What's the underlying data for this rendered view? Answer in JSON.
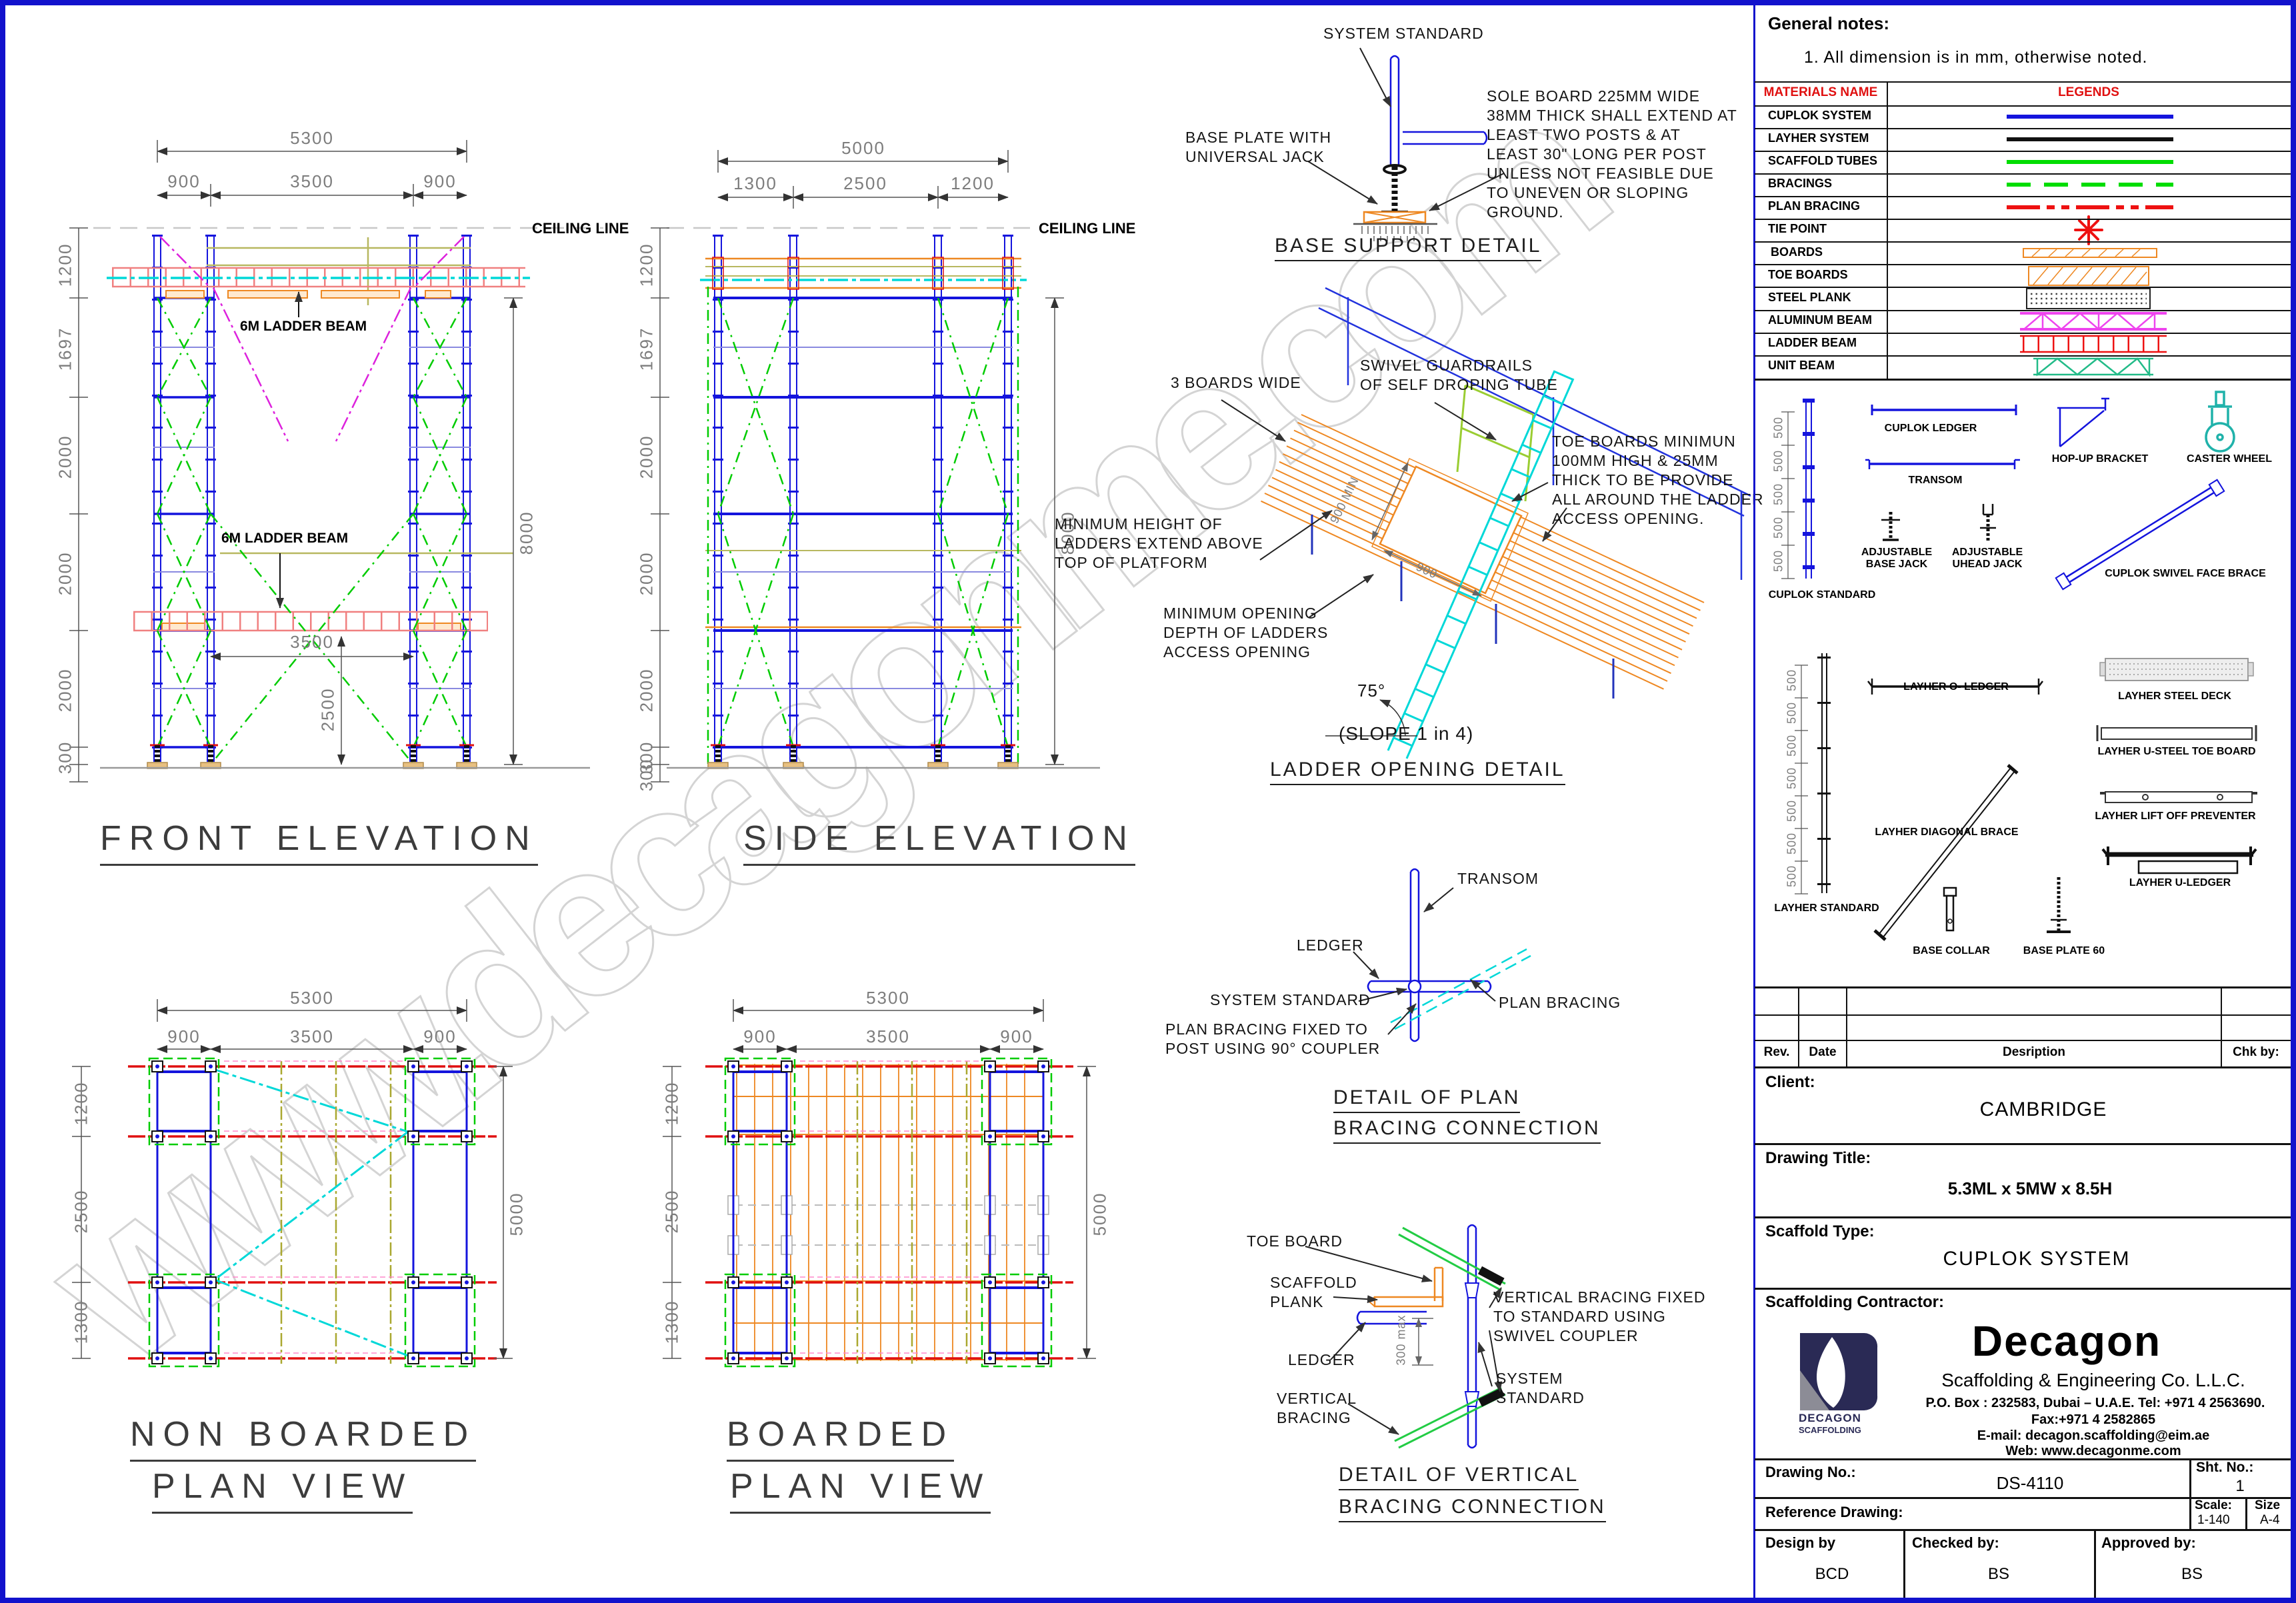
{
  "watermark": "www.decagonme.com",
  "general_notes": {
    "title": "General notes:",
    "note": "1. All dimension is in mm, otherwise noted."
  },
  "legend": {
    "header_materials": "MATERIALS NAME",
    "header_legends": "LEGENDS",
    "rows": [
      {
        "name": "CUPLOK SYSTEM",
        "symbol": "blue-line"
      },
      {
        "name": "LAYHER SYSTEM",
        "symbol": "black-line"
      },
      {
        "name": "SCAFFOLD TUBES",
        "symbol": "green-line"
      },
      {
        "name": "BRACINGS",
        "symbol": "green-dashed-line"
      },
      {
        "name": "PLAN BRACING",
        "symbol": "red-dash-dot-line"
      },
      {
        "name": "TIE POINT",
        "symbol": "red-asterisk"
      },
      {
        "name": "BOARDS",
        "symbol": "hatched-board-strip"
      },
      {
        "name": "TOE BOARDS",
        "symbol": "hatched-rectangle"
      },
      {
        "name": "STEEL PLANK",
        "symbol": "dotted-rectangle"
      },
      {
        "name": "ALUMINUM BEAM",
        "symbol": "magenta-truss"
      },
      {
        "name": "LADDER BEAM",
        "symbol": "red-ladder"
      },
      {
        "name": "UNIT BEAM",
        "symbol": "green-truss"
      }
    ]
  },
  "components": {
    "spacing": "500",
    "cuplok_standard": "CUPLOK STANDARD",
    "cuplok_ledger": "CUPLOK LEDGER",
    "transom": "TRANSOM",
    "adj_base_jack": [
      "ADJUSTABLE",
      "BASE JACK"
    ],
    "adj_uhead_jack": [
      "ADJUSTABLE",
      "UHEAD JACK"
    ],
    "hopup_bracket": "HOP-UP BRACKET",
    "caster_wheel": "CASTER WHEEL",
    "cuplok_swivel_face_brace": "CUPLOK SWIVEL FACE BRACE",
    "layher_standard": "LAYHER STANDARD",
    "layher_o_ledger": "LAYHER O- LEDGER",
    "layher_diagonal_brace": "LAYHER DIAGONAL BRACE",
    "layher_steel_deck": "LAYHER STEEL DECK",
    "layher_u_steel_toe_board": "LAYHER U-STEEL TOE BOARD",
    "layher_lift_off_preventer": "LAYHER LIFT OFF PREVENTER",
    "layher_u_ledger": "LAYHER U-LEDGER",
    "base_collar": "BASE COLLAR",
    "base_plate_60": "BASE PLATE 60"
  },
  "views": {
    "front": {
      "title": "FRONT ELEVATION",
      "ceiling_label": "CEILING LINE",
      "dim_total": "5300",
      "dim_bays": [
        "900",
        "3500",
        "900"
      ],
      "dims_left": [
        "1200",
        "1697",
        "2000",
        "2000",
        "2000",
        "300"
      ],
      "dim_right": "8000",
      "dim_inner_width": "3500",
      "dim_inner_height": "2500",
      "ladder_beam_label": "6M LADDER BEAM"
    },
    "side": {
      "title": "SIDE ELEVATION",
      "ceiling_label": "CEILING LINE",
      "dim_total": "5000",
      "dim_bays": [
        "1300",
        "2500",
        "1200"
      ],
      "dims_left": [
        "1200",
        "1697",
        "2000",
        "2000",
        "2000",
        "300"
      ],
      "dim_below": "300",
      "dim_right": "8000"
    },
    "non_boarded": {
      "title_line1": "NON BOARDED",
      "title_line2": "PLAN VIEW",
      "dim_total": "5300",
      "dim_bays": [
        "900",
        "3500",
        "900"
      ],
      "dims_left": [
        "1200",
        "2500",
        "1300"
      ],
      "dim_right": "5000"
    },
    "boarded": {
      "title_line1": "BOARDED",
      "title_line2": "PLAN VIEW",
      "dim_total": "5300",
      "dim_bays": [
        "900",
        "3500",
        "900"
      ],
      "dims_left": [
        "1200",
        "2500",
        "1300"
      ],
      "dim_right": "5000"
    }
  },
  "details": {
    "base_support": {
      "title": "BASE SUPPORT DETAIL",
      "system_standard": "SYSTEM STANDARD",
      "base_plate": [
        "BASE PLATE WITH",
        "UNIVERSAL JACK"
      ],
      "note": [
        "SOLE BOARD 225MM WIDE",
        "38MM THICK SHALL EXTEND AT",
        "LEAST TWO POSTS & AT",
        "LEAST 30\" LONG PER POST",
        "UNLESS NOT FEASIBLE DUE",
        "TO UNEVEN OR SLOPING",
        "GROUND."
      ]
    },
    "ladder_opening": {
      "title": "LADDER OPENING DETAIL",
      "slope": "(SLOPE 1 in 4)",
      "angle": "75°",
      "boards_wide": "3 BOARDS WIDE",
      "guardrails": [
        "SWIVEL GUARDRAILS",
        "OF SELF DROPING TUBE"
      ],
      "toe_boards": [
        "TOE BOARDS MINIMUN",
        "100MM HIGH & 25MM",
        "THICK TO BE PROVIDE",
        "ALL AROUND THE LADDER",
        "ACCESS OPENING."
      ],
      "min_height": [
        "MINIMUM HEIGHT OF",
        "LADDERS EXTEND ABOVE",
        "TOP OF PLATFORM"
      ],
      "min_opening": [
        "MINIMUM OPENING",
        "DEPTH OF LADDERS",
        "ACCESS OPENING"
      ],
      "dim_min": "900 MIN",
      "dim_opening": "900"
    },
    "plan_bracing": {
      "title_line1": "DETAIL OF PLAN",
      "title_line2": "BRACING CONNECTION",
      "transom": "TRANSOM",
      "ledger": "LEDGER",
      "system_standard": "SYSTEM STANDARD",
      "plan_bracing": "PLAN BRACING",
      "fixed_note": [
        "PLAN BRACING FIXED TO",
        "POST USING 90° COUPLER"
      ]
    },
    "vertical_bracing": {
      "title_line1": "DETAIL OF VERTICAL",
      "title_line2": "BRACING CONNECTION",
      "toe_board": "TOE BOARD",
      "scaffold_plank": [
        "SCAFFOLD",
        "PLANK"
      ],
      "ledger": "LEDGER",
      "vertical_bracing": [
        "VERTICAL",
        "BRACING"
      ],
      "fixed_note": [
        "VERTICAL BRACING FIXED",
        "TO STANDARD USING",
        "SWIVEL COUPLER"
      ],
      "system_standard": [
        "SYSTEM",
        "STANDARD"
      ],
      "dim_max": "300 max"
    }
  },
  "title_block": {
    "rev": "Rev.",
    "date": "Date",
    "description": "Desription",
    "chk_by": "Chk by:",
    "client_label": "Client:",
    "client": "CAMBRIDGE",
    "drawing_title_label": "Drawing Title:",
    "drawing_title": "5.3ML x 5MW x 8.5H",
    "scaffold_type_label": "Scaffold Type:",
    "scaffold_type": "CUPLOK SYSTEM",
    "contractor_label": "Scaffolding Contractor:",
    "company": {
      "name": "Decagon",
      "subtitle": "Scaffolding & Engineering Co. L.L.C.",
      "address": "P.O. Box : 232583, Dubai – U.A.E. Tel: +971 4 2563690.",
      "fax": "Fax:+971 4 2582865",
      "email": "E-mail: decagon.scaffolding@eim.ae",
      "web": "Web: www.decagonme.com",
      "logo_line1": "DECAGON",
      "logo_line2": "SCAFFOLDING"
    },
    "drawing_no_label": "Drawing No.:",
    "drawing_no": "DS-4110",
    "sht_no_label": "Sht. No.:",
    "sht_no": "1",
    "reference_label": "Reference Drawing:",
    "scale_label": "Scale:",
    "scale": "1-140",
    "size_label": "Size",
    "size": "A-4",
    "design_label": "Design by",
    "design_by": "BCD",
    "checked_label": "Checked by:",
    "checked_by": "BS",
    "approved_label": "Approved by:",
    "approved_by": "BS"
  },
  "colors": {
    "border_blue": "#1212cc",
    "cuplok_blue": "#1414dd",
    "layher_black": "#111111",
    "tube_green": "#00cc00",
    "plan_bracing_red": "#ee1111",
    "cyan": "#00d8d8",
    "magenta": "#dd22dd",
    "board_orange": "#ee8822",
    "ladder_pink": "#f08080",
    "khaki": "#b8b860",
    "dim_gray": "#7d7d7d",
    "logo_navy": "#2a2a55"
  }
}
